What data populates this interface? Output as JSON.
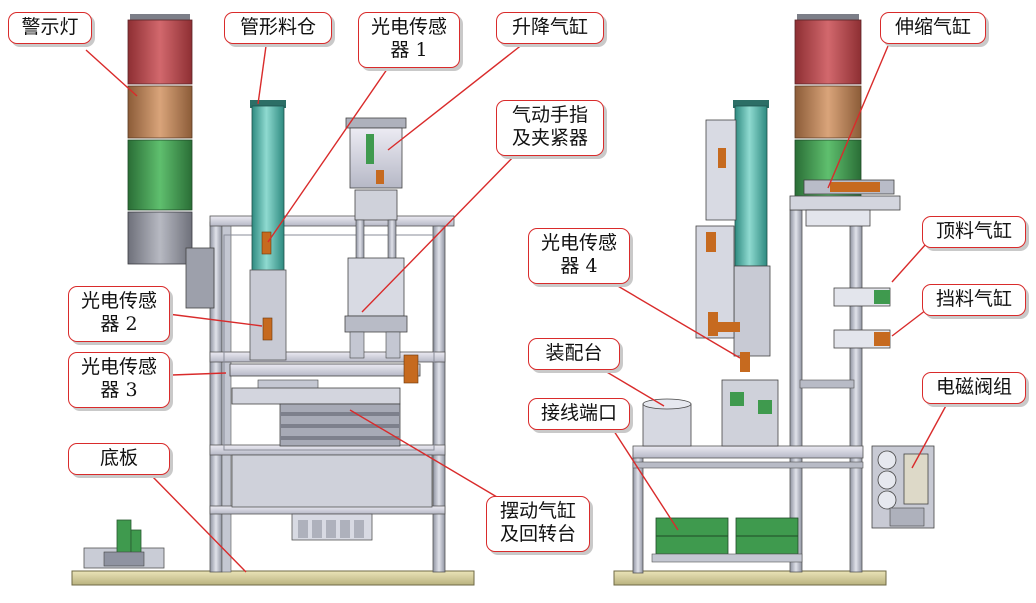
{
  "labels": {
    "warning_light": "警示灯",
    "tube_magazine": "管形料仓",
    "photo_sensor_1": "光电传感\n器 1",
    "lift_cylinder": "升降气缸",
    "pneumatic_gripper": "气动手指\n及夹紧器",
    "photo_sensor_2": "光电传感\n器 2",
    "photo_sensor_3": "光电传感\n器 3",
    "base_plate": "底板",
    "swing_cylinder": "摆动气缸\n及回转台",
    "telescopic_cylinder": "伸缩气缸",
    "photo_sensor_4": "光电传感\n器 4",
    "push_cylinder": "顶料气缸",
    "stop_cylinder": "挡料气缸",
    "assembly_table": "装配台",
    "solenoid_valve_group": "电磁阀组",
    "terminal_port": "接线端口"
  },
  "colors": {
    "callout_border": "#d92b2b",
    "leader_line": "#d92b2b",
    "frame": "#b9bcc8",
    "light_red": "#c24a4f",
    "light_amber": "#c58a5a",
    "light_green": "#3f9a4e",
    "magazine": "#4fb2a6",
    "base_plate": "#d9d2a2"
  }
}
